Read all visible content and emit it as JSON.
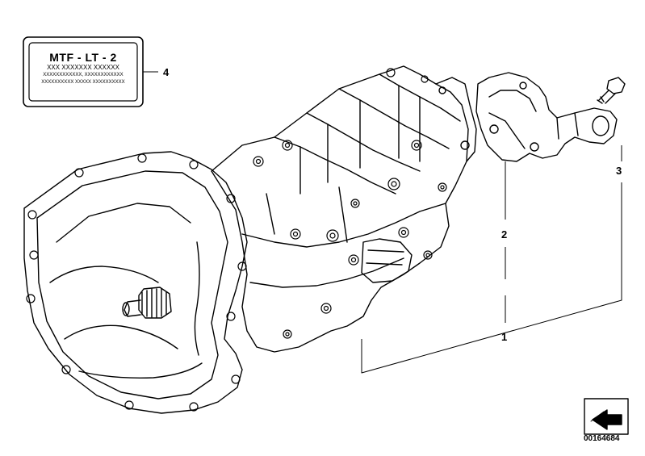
{
  "plate": {
    "title": "MTF - LT - 2",
    "line1": "XXX XXXXXXX XXXXXX",
    "line2": "XXXXXXXXXXXX, XXXXXXXXXXXX",
    "line3": "XXXXXXXXXX XXXXX XXXXXXXXXX"
  },
  "callouts": {
    "c1": "1",
    "c2": "2",
    "c3": "3",
    "c4": "4"
  },
  "reference_number": "00164684"
}
